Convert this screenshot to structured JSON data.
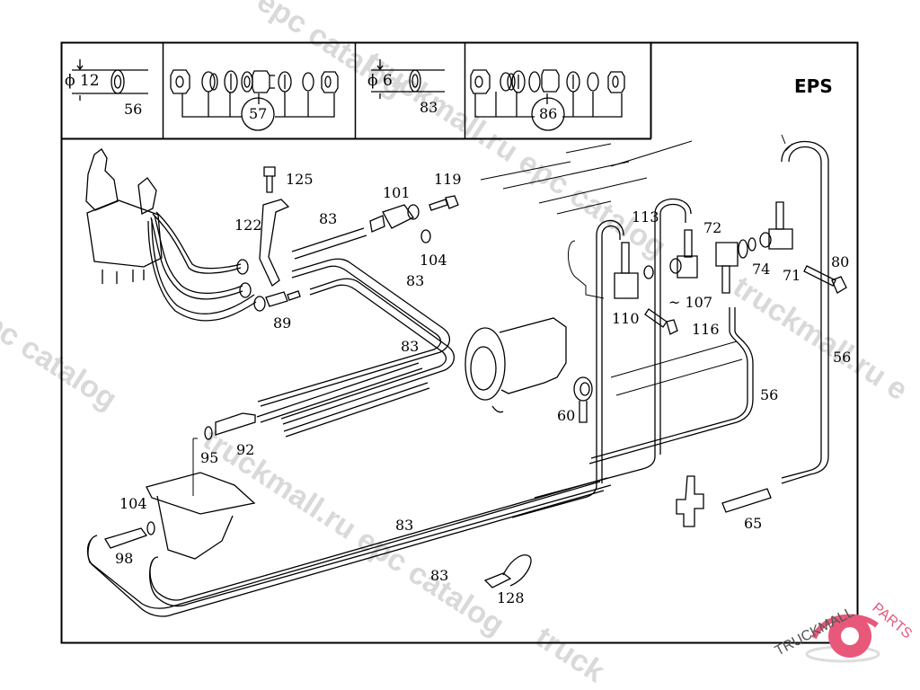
{
  "diagram": {
    "title": "EPS",
    "legend_boxes": [
      {
        "id": "box-56",
        "diameter_label": "ϕ 12",
        "part": "56"
      },
      {
        "id": "box-57",
        "part": "57"
      },
      {
        "id": "box-83",
        "diameter_label": "ϕ 6",
        "part": "83"
      },
      {
        "id": "box-86",
        "part": "86"
      }
    ],
    "callouts": [
      {
        "id": "125",
        "text": "125"
      },
      {
        "id": "119",
        "text": "119"
      },
      {
        "id": "101",
        "text": "101"
      },
      {
        "id": "122",
        "text": "122"
      },
      {
        "id": "83a",
        "text": "83"
      },
      {
        "id": "104a",
        "text": "104"
      },
      {
        "id": "83b",
        "text": "83"
      },
      {
        "id": "89",
        "text": "89"
      },
      {
        "id": "83c",
        "text": "83"
      },
      {
        "id": "113",
        "text": "113"
      },
      {
        "id": "72",
        "text": "72"
      },
      {
        "id": "74",
        "text": "74"
      },
      {
        "id": "71",
        "text": "71"
      },
      {
        "id": "80",
        "text": "80"
      },
      {
        "id": "107",
        "text": "~ 107"
      },
      {
        "id": "110",
        "text": "110"
      },
      {
        "id": "116",
        "text": "116"
      },
      {
        "id": "56a",
        "text": "56"
      },
      {
        "id": "56b",
        "text": "56"
      },
      {
        "id": "60",
        "text": "60"
      },
      {
        "id": "95",
        "text": "95"
      },
      {
        "id": "92",
        "text": "92"
      },
      {
        "id": "104b",
        "text": "104"
      },
      {
        "id": "98",
        "text": "98"
      },
      {
        "id": "83d",
        "text": "83"
      },
      {
        "id": "83e",
        "text": "83"
      },
      {
        "id": "128",
        "text": "128"
      },
      {
        "id": "65",
        "text": "65"
      }
    ]
  },
  "watermarks": [
    "epc catalog",
    "truckmall.ru epc catalog",
    "truckmall.ru epc catalog",
    "truckmall.ru e",
    "truckmall.ru",
    "epc catalog",
    "truck"
  ],
  "brand": {
    "text_left": "TRUCKMALL",
    "text_right": "PARTS",
    "accent_color": "#e8587a"
  }
}
